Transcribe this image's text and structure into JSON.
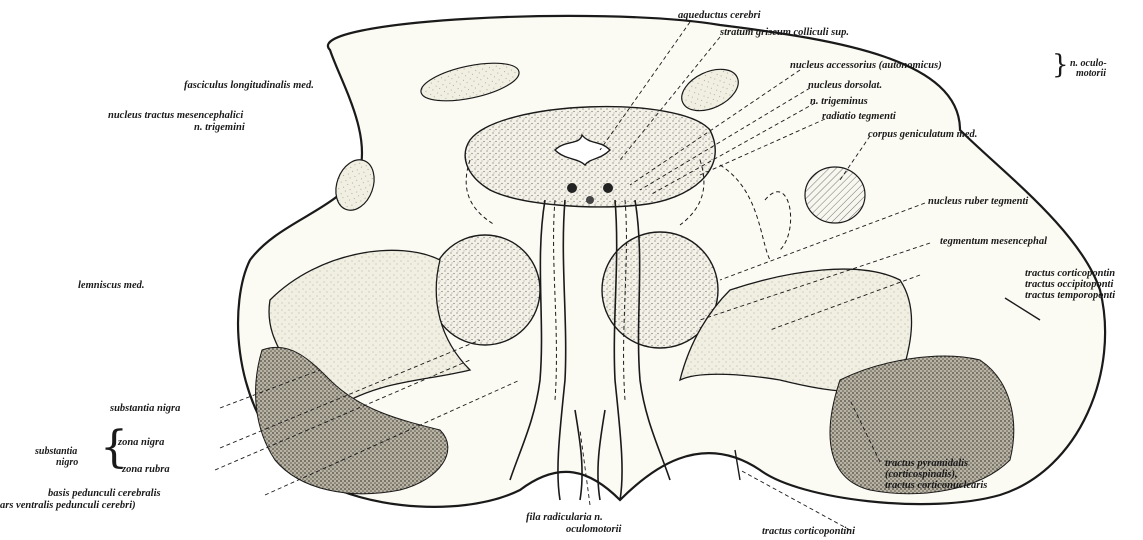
{
  "labels": {
    "aqueductus": "aqueductus cerebri",
    "stratum": "stratum griseum colliculi sup.",
    "fasciculus": "fasciculus longitudinalis med.",
    "nucleus_accessorius": "nucleus accessorius (autonomicus)",
    "n_oculo_1": "n. oculo-",
    "n_oculo_2": "motorii",
    "nucleus_dorsolat": "nucleus dorsolat.",
    "n_trigeminus": "n. trigeminus",
    "radiatio": "radiatio tegmenti",
    "nucleus_tractus_1": "nucleus tractus mesencephalici",
    "nucleus_tractus_2": "n. trigemini",
    "corpus_genic": "corpus geniculatum med.",
    "nucleus_ruber": "nucleus ruber tegmenti",
    "tegmentum": "tegmentum mesencephal",
    "tractus_corticopontin": "tractus corticopontin",
    "tractus_occipito": "tractus occipitoponti",
    "tractus_temporo": "tractus temporoponti",
    "lemniscus": "lemniscus med.",
    "substantia_nigra": "substantia nigra",
    "substantia_nigro_1": "substantia",
    "substantia_nigro_2": "nigro",
    "zona_nigra": "zona nigra",
    "zona_rubra": "zona rubra",
    "basis_1": "basis pedunculi cerebralis",
    "basis_2": "ars ventralis pedunculi cerebri)",
    "fila_1": "fila radicularia n.",
    "fila_2": "oculomotorii",
    "tractus_corticopontini": "tractus corticopontini",
    "tractus_pyr_1": "tractus pyramidalis",
    "tractus_pyr_2": "(corticospinalis),",
    "tractus_pyr_3": "tractus corticonuclearis"
  }
}
